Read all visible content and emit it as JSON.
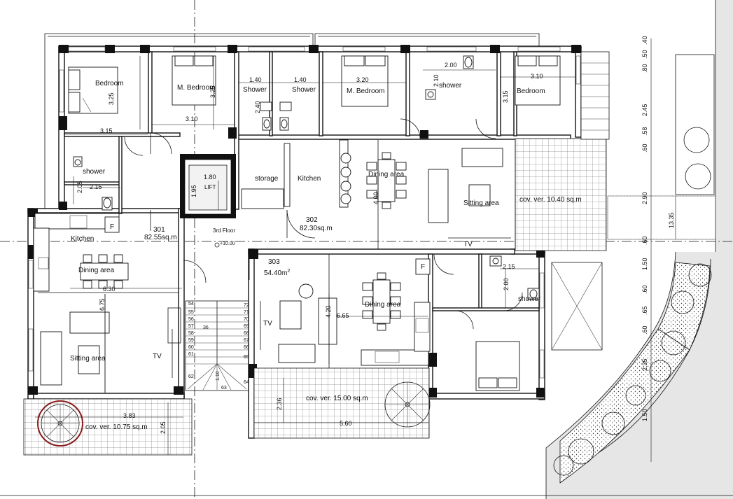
{
  "floor_label": "3rd Floor",
  "level_marker": "+10.00",
  "apartments": {
    "a301": {
      "number": "301",
      "area": "82.55sq.m"
    },
    "a302": {
      "number": "302",
      "area": "82.30sq.m"
    },
    "a303": {
      "number": "303",
      "area": "54.40m",
      "area_sup": "2"
    }
  },
  "rooms": {
    "bedroom_left": "Bedroom",
    "m_bedroom_left": "M. Bedroom",
    "shower_1": "Shower",
    "shower_2": "Shower",
    "m_bedroom_right": "M. Bedroom",
    "shower_top_right": "shower",
    "bedroom_right": "Bedroom",
    "shower_left": "shower",
    "lift": "LIFT",
    "storage": "storage",
    "kitchen_302": "Kitchen",
    "dining_302": "Dining area",
    "sitting_302": "Sitting area",
    "kitchen_301": "Kitchen",
    "dining_301": "Dining area",
    "sitting_301": "Sitting area",
    "tv_301": "TV",
    "tv_302": "TV",
    "tv_303": "TV",
    "dining_303": "Dining area",
    "shower_303": "shower",
    "fridge_1": "F",
    "fridge_2": "F"
  },
  "verandas": {
    "left": "cov. ver. 10.75 sq.m",
    "middle": "cov. ver. 15.00 sq.m",
    "right": "cov. ver. 10.40 sq.m"
  },
  "dimensions": {
    "d_325a": "3.25",
    "d_315a": "3.15",
    "d_325b": "3.25",
    "d_310a": "3.10",
    "d_140a": "1.40",
    "d_140b": "1.40",
    "d_240": "2.40",
    "d_320": "3.20",
    "d_200a": "2.00",
    "d_210": "2.10",
    "d_315b": "3.15",
    "d_310b": "3.10",
    "d_205": "2.05",
    "d_215a": "2.15",
    "d_180": "1.80",
    "d_195": "1.95",
    "d_400": "4.00",
    "d_630": "6.30",
    "d_675": "6.75",
    "d_420": "4.20",
    "d_665": "6.65",
    "d_215b": "2.15",
    "d_200b": "2.00",
    "d_383": "3.83",
    "d_205b": "2.05",
    "d_236": "2.36",
    "d_560": "5.60",
    "d_110": "1.10",
    "d_1335": "13.35"
  },
  "right_dims": [
    ".40",
    ".50",
    ".80",
    "2.45",
    ".58",
    ".60",
    "2.90",
    ".60",
    "1.50",
    ".60",
    ".65",
    ".60",
    "2.35",
    "1.50"
  ],
  "stair_numbers_left": [
    "54",
    "55",
    "56",
    "57",
    "58",
    "59",
    "60",
    "61",
    "62"
  ],
  "stair_numbers_right": [
    "72",
    "71",
    "70",
    "69",
    "68",
    "67",
    "66",
    "65",
    "64"
  ],
  "stair_misc": {
    "bottom": "63",
    "mid": "36"
  }
}
